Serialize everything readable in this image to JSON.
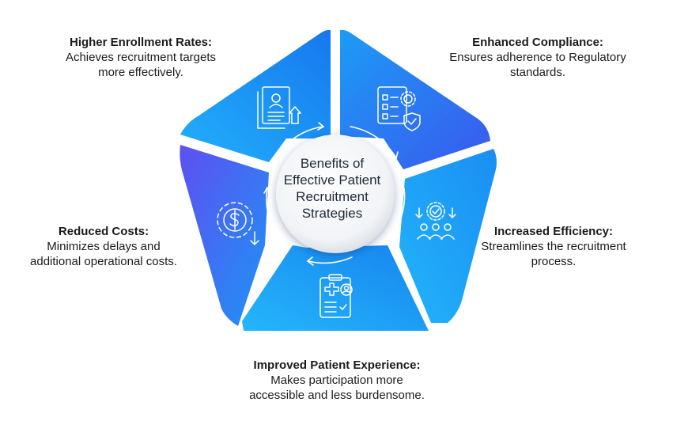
{
  "center": {
    "lines": [
      "Benefits of",
      "Effective Patient",
      "Recruitment",
      "Strategies"
    ]
  },
  "segments": [
    {
      "title": "Higher Enrollment Rates:",
      "desc_lines": [
        "Achieves recruitment targets",
        "more effectively."
      ],
      "icon": "document-user-upload-icon"
    },
    {
      "title": "Enhanced Compliance:",
      "desc_lines": [
        "Ensures adherence to Regulatory",
        "standards."
      ],
      "icon": "checklist-gear-shield-icon"
    },
    {
      "title": "Increased Efficiency:",
      "desc_lines": [
        "Streamlines the recruitment",
        "process."
      ],
      "icon": "team-gear-icon"
    },
    {
      "title": "Improved Patient Experience:",
      "desc_lines": [
        "Makes participation more",
        "accessible and less burdensome."
      ],
      "icon": "medical-clipboard-icon"
    },
    {
      "title": "Reduced Costs:",
      "desc_lines": [
        "Minimizes delays and",
        "additional operational costs."
      ],
      "icon": "gear-dollar-down-icon"
    }
  ],
  "colors": {
    "blue_light": "#1fa8f8",
    "blue_mid": "#1688f0",
    "blue_deep": "#3d5ef0",
    "violet": "#5a4ff2"
  }
}
